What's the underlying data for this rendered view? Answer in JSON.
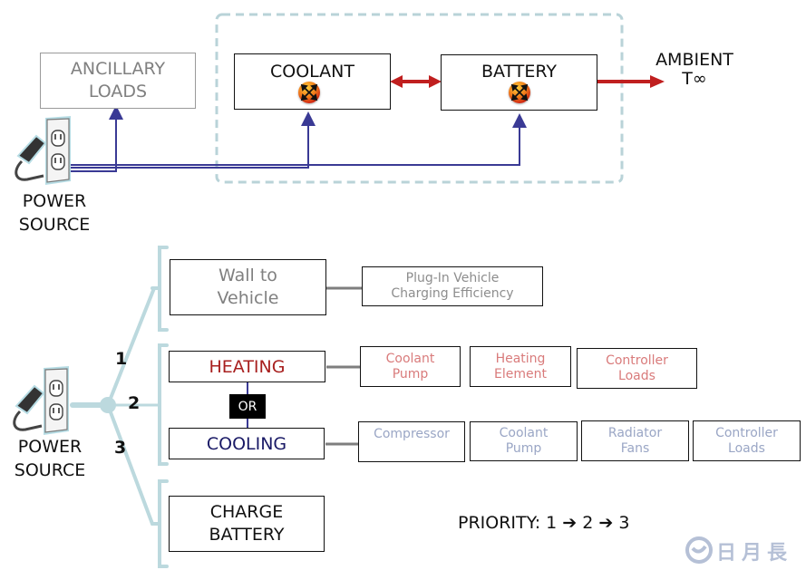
{
  "top_diagram": {
    "ancillary_loads": "ANCILLARY\nLOADS",
    "ancillary_line1": "ANCILLARY",
    "ancillary_line2": "LOADS",
    "coolant": "COOLANT",
    "battery": "BATTERY",
    "ambient_line1": "AMBIENT",
    "ambient_line2": "T∞",
    "power_source_line1": "POWER",
    "power_source_line2": "SOURCE",
    "icons": {
      "power": "power-outlet-plug-icon",
      "heat_exchange": "heat-exchange-icon"
    }
  },
  "bottom_diagram": {
    "power_source_line1": "POWER",
    "power_source_line2": "SOURCE",
    "branch_numbers": [
      "1",
      "2",
      "3"
    ],
    "wall_to_vehicle_line1": "Wall to",
    "wall_to_vehicle_line2": "Vehicle",
    "plugin_efficiency_line1": "Plug-In Vehicle",
    "plugin_efficiency_line2": "Charging Efficiency",
    "heating": "HEATING",
    "or_label": "OR",
    "cooling": "COOLING",
    "heating_loads": [
      {
        "line1": "Coolant",
        "line2": "Pump"
      },
      {
        "line1": "Heating",
        "line2": "Element"
      },
      {
        "line1": "Controller",
        "line2": "Loads"
      }
    ],
    "cooling_loads": [
      {
        "line1": "Compressor",
        "line2": ""
      },
      {
        "line1": "Coolant",
        "line2": "Pump"
      },
      {
        "line1": "Radiator",
        "line2": "Fans"
      },
      {
        "line1": "Controller",
        "line2": "Loads"
      }
    ],
    "charge_battery_line1": "CHARGE",
    "charge_battery_line2": "BATTERY",
    "priority_label": "PRIORITY: 1 ➔ 2 ➔ 3"
  },
  "watermark": "日月長",
  "colors": {
    "power_line": "#3a3a95",
    "heat_arrow": "#c01f1f",
    "dashed_boundary": "#b9d3d8",
    "branch": "#bcd9de",
    "heating_text": "#a8201f",
    "cooling_text": "#1a1a66"
  }
}
